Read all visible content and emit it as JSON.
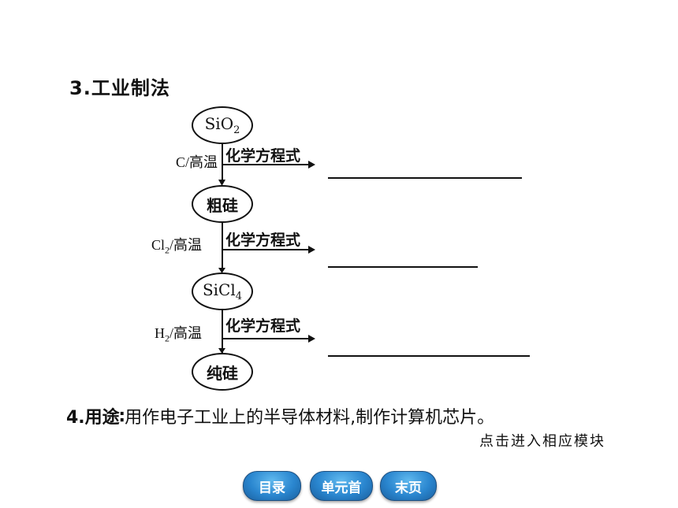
{
  "section": {
    "heading": "3.工业制法"
  },
  "flow": {
    "nodes": [
      {
        "label_main": "SiO",
        "label_sub": "2"
      },
      {
        "label": "粗硅"
      },
      {
        "label_main": "SiCl",
        "label_sub": "4"
      },
      {
        "label": "纯硅"
      }
    ],
    "steps": [
      {
        "condition": "C/高温",
        "equation_label": "化学方程式"
      },
      {
        "condition_main": "Cl",
        "condition_sub": "2",
        "condition_tail": "/高温",
        "equation_label": "化学方程式"
      },
      {
        "condition_main": "H",
        "condition_sub": "2",
        "condition_tail": "/高温",
        "equation_label": "化学方程式"
      }
    ]
  },
  "usage": {
    "label": "4.用途",
    "colon": "∶",
    "text": "用作电子工业上的半导体材料,制作计算机芯片。"
  },
  "hint": "点击进入相应模块",
  "nav": {
    "buttons": [
      "目录",
      "单元首",
      "末页"
    ]
  }
}
